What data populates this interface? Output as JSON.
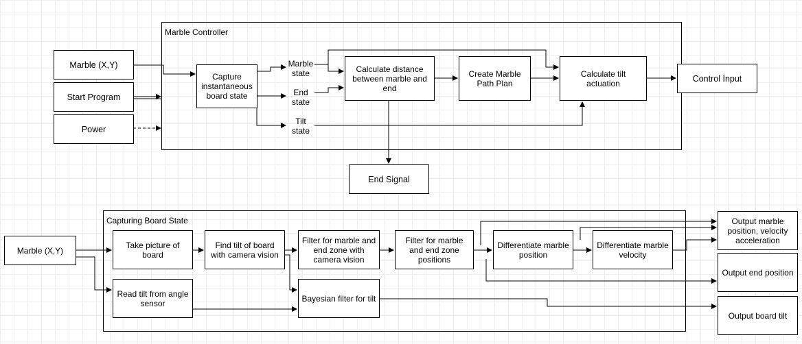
{
  "top": {
    "container_title": "Marble Controller",
    "inputs": {
      "marble": "Marble (X,Y)",
      "start": "Start Program",
      "power": "Power"
    },
    "capture": "Capture instantaneous board state",
    "states": {
      "marble": "Marble state",
      "end": "End state",
      "tilt": "Tilt state"
    },
    "calc_distance": "Calculate distance between marble and end",
    "path_plan": "Create Marble Path Plan",
    "tilt_actuation": "Calculate tilt actuation",
    "control_input": "Control Input",
    "end_signal": "End Signal"
  },
  "bottom": {
    "container_title": "Capturing Board State",
    "input_marble": "Marble (X,Y)",
    "take_picture": "Take picture of board",
    "find_tilt": "Find tilt of board with camera vision",
    "filter_camera": "Filter for marble and end zone with camera vision",
    "filter_positions": "Filter for marble and end zone positions",
    "diff_position": "Differentiate marble position",
    "diff_velocity": "Differentiate marble velocity",
    "read_tilt": "Read tilt from angle sensor",
    "bayesian": "Bayesian filter for tilt",
    "out_marble": "Output marble position, velocity acceleration",
    "out_end": "Output end position",
    "out_tilt": "Output board tilt"
  }
}
